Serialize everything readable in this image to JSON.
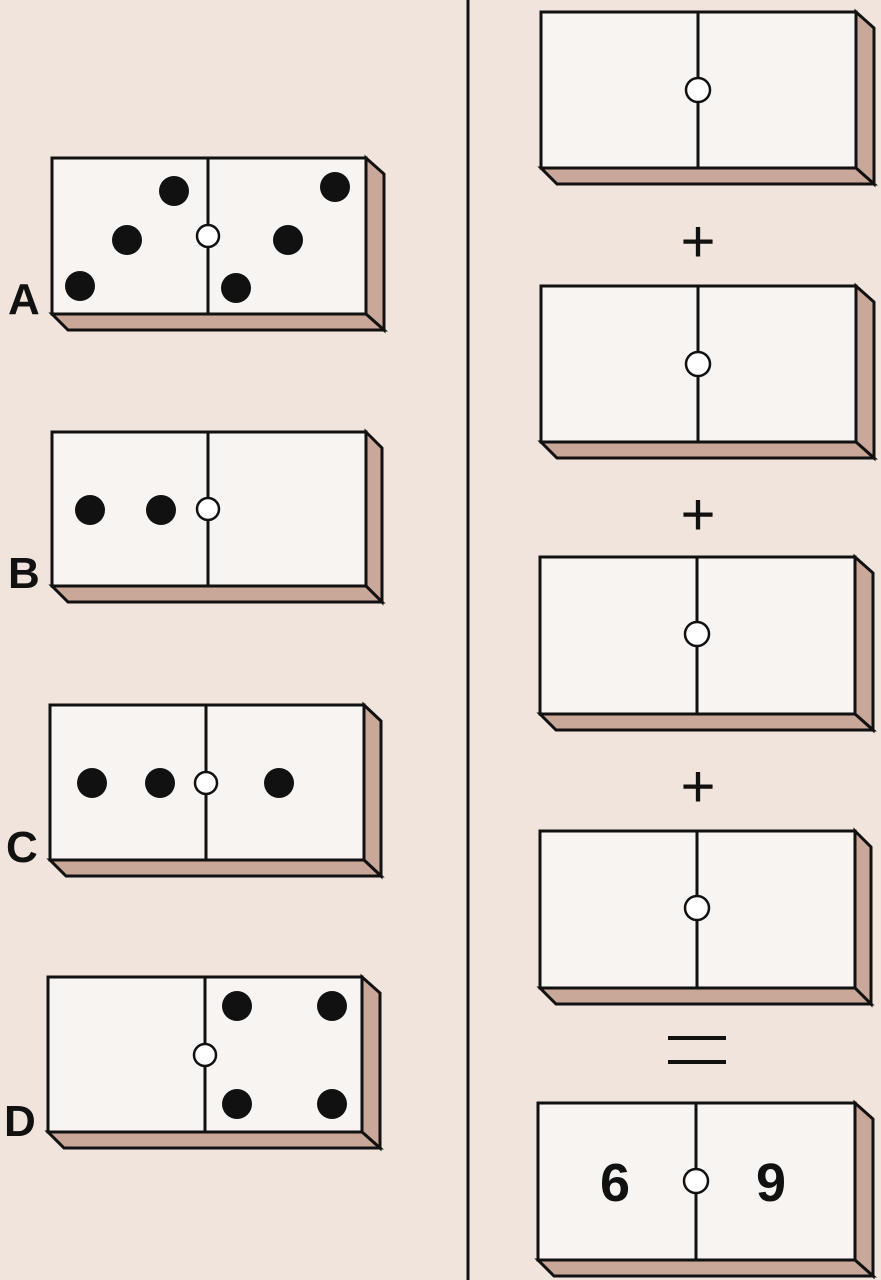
{
  "dominoes_left": [
    {
      "label": "A",
      "left_pips": 3,
      "right_pips": 3
    },
    {
      "label": "B",
      "left_pips": 2,
      "right_pips": 0
    },
    {
      "label": "C",
      "left_pips": 2,
      "right_pips": 1
    },
    {
      "label": "D",
      "left_pips": 0,
      "right_pips": 4
    }
  ],
  "equation": {
    "operators": [
      "+",
      "+",
      "+"
    ],
    "equals": "=",
    "result_left": "6",
    "result_right": "9"
  },
  "colors": {
    "background": "#f1e4dc",
    "tile_face": "#f7f4f1",
    "tile_side": "#c9a89a",
    "ink": "#111111"
  }
}
